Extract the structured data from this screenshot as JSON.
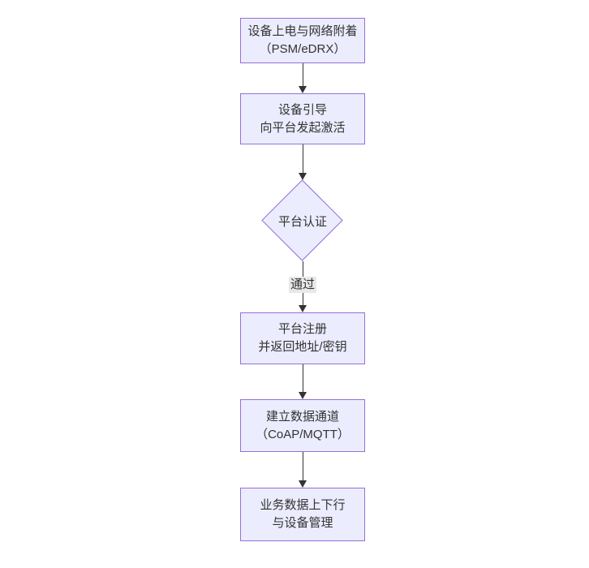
{
  "diagram": {
    "type": "flowchart",
    "direction": "top-down",
    "colors": {
      "node_fill": "#ECECFF",
      "node_border": "#9370DB",
      "text": "#333333",
      "edge_line": "#333333",
      "edge_label_bg": "#e8e8e8",
      "background": "#ffffff"
    },
    "nodes": [
      {
        "id": "power-on",
        "shape": "rect",
        "line1": "设备上电与网络附着",
        "line2": "（PSM/eDRX）"
      },
      {
        "id": "bootstrap",
        "shape": "rect",
        "line1": "设备引导",
        "line2": "向平台发起激活"
      },
      {
        "id": "platform-auth",
        "shape": "diamond",
        "line1": "平台认证"
      },
      {
        "id": "register",
        "shape": "rect",
        "line1": "平台注册",
        "line2": "并返回地址/密钥"
      },
      {
        "id": "data-channel",
        "shape": "rect",
        "line1": "建立数据通道",
        "line2": "（CoAP/MQTT）"
      },
      {
        "id": "business-data",
        "shape": "rect",
        "line1": "业务数据上下行",
        "line2": "与设备管理"
      }
    ],
    "edges": [
      {
        "from": "power-on",
        "to": "bootstrap",
        "label": ""
      },
      {
        "from": "bootstrap",
        "to": "platform-auth",
        "label": ""
      },
      {
        "from": "platform-auth",
        "to": "register",
        "label": "通过"
      },
      {
        "from": "register",
        "to": "data-channel",
        "label": ""
      },
      {
        "from": "data-channel",
        "to": "business-data",
        "label": ""
      }
    ]
  }
}
